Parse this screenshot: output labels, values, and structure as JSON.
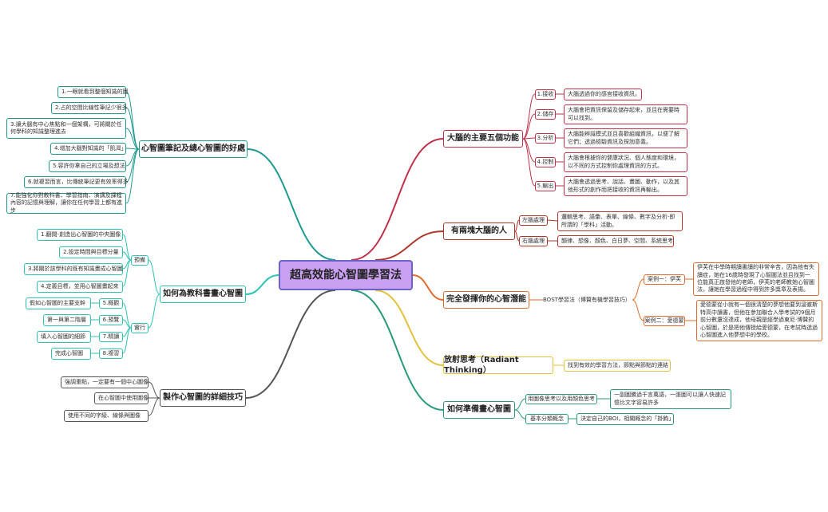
{
  "center": "超高效能心智圖學習法",
  "colors": {
    "purple": "#6b63c8",
    "teal": "#1e9a8f",
    "dark": "#555555",
    "crimson": "#c0304a",
    "brown": "#b0362a",
    "orange": "#e06a28",
    "yellow": "#e2c23a",
    "green": "#2a9a7c"
  },
  "right": {
    "five": {
      "label": "大腦的主要五個功能",
      "items": [
        {
          "k": "1.接收",
          "v": "大腦透過你的感官接收資訊。"
        },
        {
          "k": "2.儲存",
          "v": "大腦會把資訊保留及儲存起來，並且在需要時可以找到。"
        },
        {
          "k": "3.分析",
          "v": "大腦能辨識模式並且喜歡組織資訊，以便了解它們；透過檢驗資訊及探詢意義。"
        },
        {
          "k": "4.控制",
          "v": "大腦會根據你的健康狀況、個人態度和環境，以不同的方式控制你處理資訊的方式。"
        },
        {
          "k": "5.輸出",
          "v": "大腦會透過思考、說話、畫圖、動作，以及其他形式的創作而把接收的資訊再輸出。"
        }
      ]
    },
    "twobrain": {
      "label": "有兩塊大腦的人",
      "left_k": "左腦處理",
      "left_v": "邏輯思考、語彙、表單、線條、數字及分析-即所謂的「學科」活動。",
      "right_k": "右腦處理",
      "right_v": "韻律、想像、顏色、白日夢、空間、系統思考"
    },
    "potential": {
      "label": "完全發揮你的心智潛能",
      "bost": "BOST學習法（博贊有機學習技巧）",
      "case1_k": "案例一：伊芙",
      "case1_v": "伊芙在中學時期讀書讀的非常辛苦，因為他有失讀症，她在16歲時發現了心智圖法並且找到一位能真正啟發他的老師，伊芙的老師教她心智圖法，讓她在學習過程中得到許多獎章及表揚。",
      "case2_k": "案例二：愛德蒙",
      "case2_v": "愛德蒙從小就有一個很清楚的夢想他要到溫徹斯特高中讀書，但他在參加聯合入學考試的9個月前分數還沒達成，他母親是經學過東尼·博贊的心智圖，於是把他傳授給愛德蒙，在考試時透過心智圖進入他夢想中的學校。"
    },
    "radiant": {
      "label": "放射思考（Radiant Thinking）",
      "text": "找到有效的學習方法，節點與節點的連結"
    },
    "prepare": {
      "label": "如何準備畫心智圖",
      "a_k": "用圖像思考以及用顏色思考",
      "a_v": "一副圖勝過千言萬語，一張圖可以讓人快速記憶比文字容易許多",
      "b_k": "基本分類概念",
      "b_v": "決定自己的BOI，相關概念的「掛鉤」"
    }
  },
  "left": {
    "benefits": {
      "label": "心智圖筆記及總心智圖的好處",
      "items": [
        "1.一眼就看到整個知識的圖",
        "2.占的空間比線性筆記少很多",
        "3.讓大腦有中心焦點和一個架構，可將關於任何學科的知識整理進去",
        "4.增加大腦對知識的「飢渴」",
        "5.容許你拿自己的立場及想法",
        "6.就複習而言，比傳統筆記更有效率得多",
        "7.能強化你對教科書、學習指南、演講及課程內容的記憶與理解，讓你在任何學習上都有進步"
      ]
    },
    "textbook": {
      "label": "如何為教科書畫心智圖",
      "prep_label": "預備",
      "prep": [
        "1.翻閱-創造出心智圖的中央圖像",
        "2.設定時間與目標分量",
        "3.將關於該學科的既有知識畫成心智圖",
        "4.定義目標，並用心智圖畫起來"
      ],
      "do_label": "實行",
      "do_items": [
        {
          "k": "5.概觀",
          "v": "假如心智圖的主要支幹"
        },
        {
          "k": "6.預覽",
          "v": "第一與第二階層"
        },
        {
          "k": "7.精讀",
          "v": "填入心智圖的細節"
        },
        {
          "k": "8.複習",
          "v": "完成心智圖"
        }
      ]
    },
    "tips": {
      "label": "製作心智圖的詳細技巧",
      "items": [
        "強調重點，一定要有一個中心圖像",
        "在心智圖中使用圖像",
        "使用不同的字級、線條與圖像"
      ]
    }
  }
}
